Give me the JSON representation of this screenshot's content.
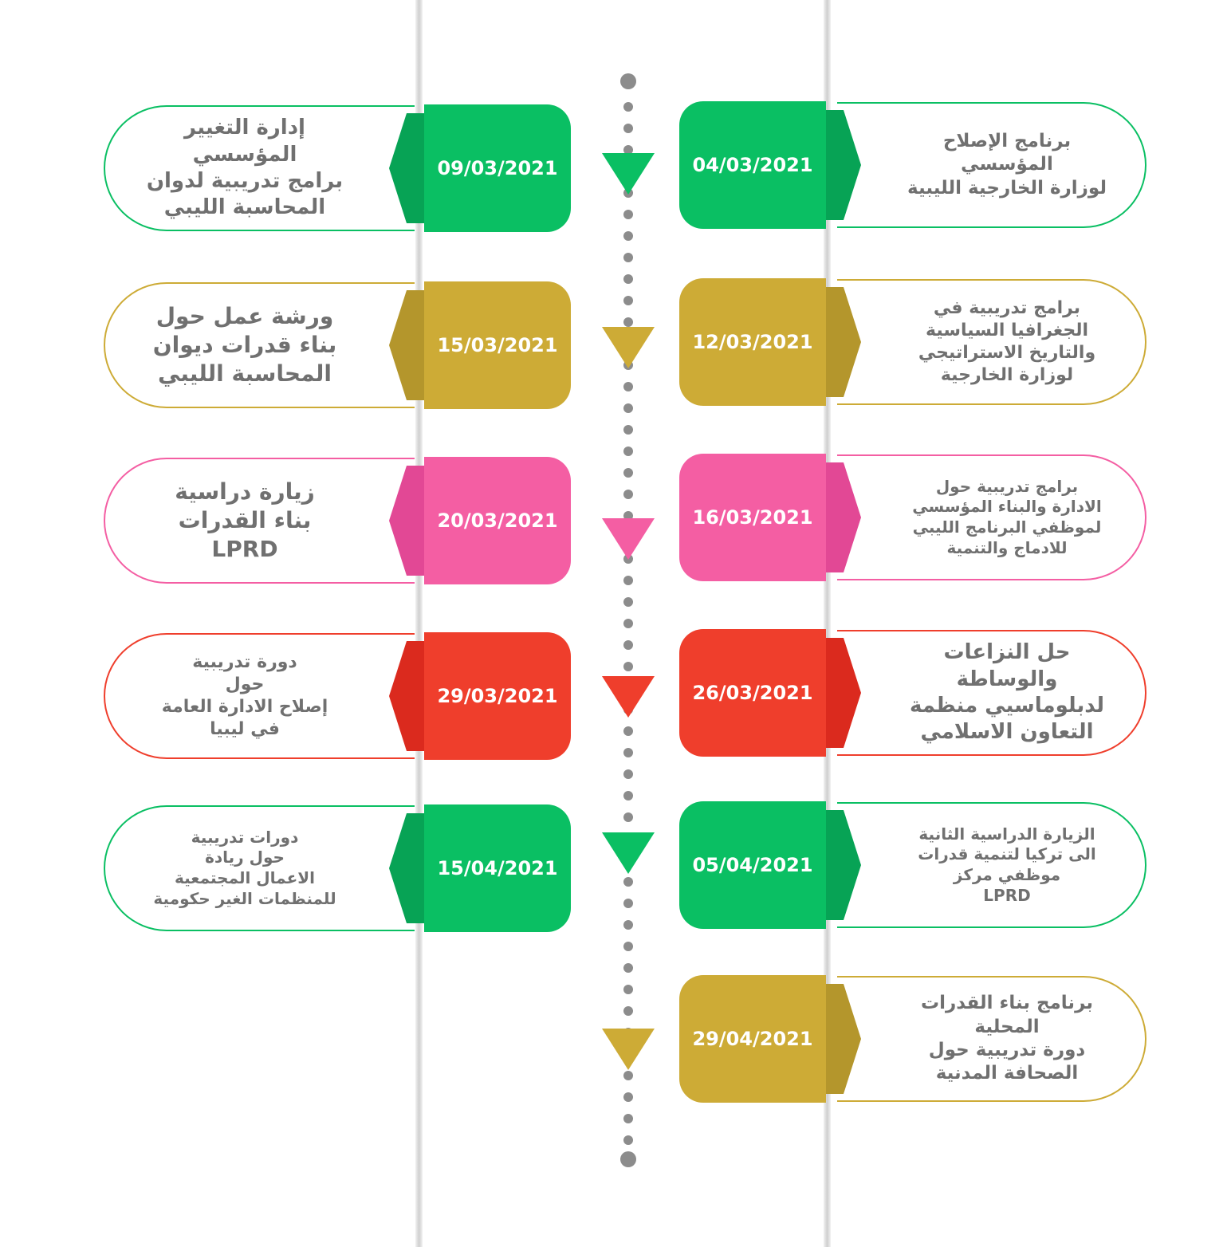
{
  "theme": {
    "green": "#0abf63",
    "green_dark": "#07a355",
    "gold": "#cdab36",
    "gold_dark": "#b4962c",
    "pink": "#f45ea3",
    "pink_dark": "#e24895",
    "red": "#ef3e2c",
    "red_dark": "#db2a1e",
    "text_gray": "#707070",
    "dot_gray": "#8c8c8c"
  },
  "events": [
    {
      "side": "right",
      "date": "04/03/2021",
      "color": "green",
      "lines": [
        "برنامج الإصلاح",
        "المؤسسي",
        "لوزارة الخارجية الليبية"
      ]
    },
    {
      "side": "left",
      "date": "09/03/2021",
      "color": "green",
      "lines": [
        "إدارة التغيير المؤسسي",
        "برامج تدريبية لدوان",
        "المحاسبة الليبي"
      ]
    },
    {
      "side": "right",
      "date": "12/03/2021",
      "color": "gold",
      "lines": [
        "برامج تدريبية في",
        "الجغرافيا السياسية",
        "والتاريخ الاستراتيجي",
        "لوزارة الخارجية"
      ]
    },
    {
      "side": "left",
      "date": "15/03/2021",
      "color": "gold",
      "lines": [
        "ورشة عمل حول",
        "بناء قدرات ديوان",
        "المحاسبة الليبي"
      ]
    },
    {
      "side": "right",
      "date": "16/03/2021",
      "color": "pink",
      "lines": [
        "برامج تدريبية حول",
        "الادارة والبناء المؤسسي",
        "لموظفي البرنامج الليبي",
        "للادماج والتنمية"
      ]
    },
    {
      "side": "left",
      "date": "20/03/2021",
      "color": "pink",
      "lines": [
        "زيارة دراسية",
        "بناء القدرات",
        "LPRD"
      ]
    },
    {
      "side": "right",
      "date": "26/03/2021",
      "color": "red",
      "lines": [
        "حل النزاعات والوساطة",
        "لدبلوماسيي منظمة",
        "التعاون الاسلامي"
      ]
    },
    {
      "side": "left",
      "date": "29/03/2021",
      "color": "red",
      "lines": [
        "دورة تدريبية",
        "حول",
        "إصلاح الادارة العامة",
        "في ليبيا"
      ]
    },
    {
      "side": "right",
      "date": "05/04/2021",
      "color": "green",
      "lines": [
        "الزيارة الدراسية الثانية",
        "الى تركيا لتنمية قدرات",
        "موظفي مركز",
        "LPRD"
      ]
    },
    {
      "side": "left",
      "date": "15/04/2021",
      "color": "green",
      "lines": [
        "دورات تدريبية",
        "حول ريادة",
        "الاعمال المجتمعية",
        "للمنظمات الغير حكومية"
      ]
    },
    {
      "side": "right",
      "date": "29/04/2021",
      "color": "gold",
      "lines": [
        "برنامج بناء القدرات المحلية",
        "دورة تدريبية حول",
        "الصحافة المدنية"
      ]
    }
  ]
}
